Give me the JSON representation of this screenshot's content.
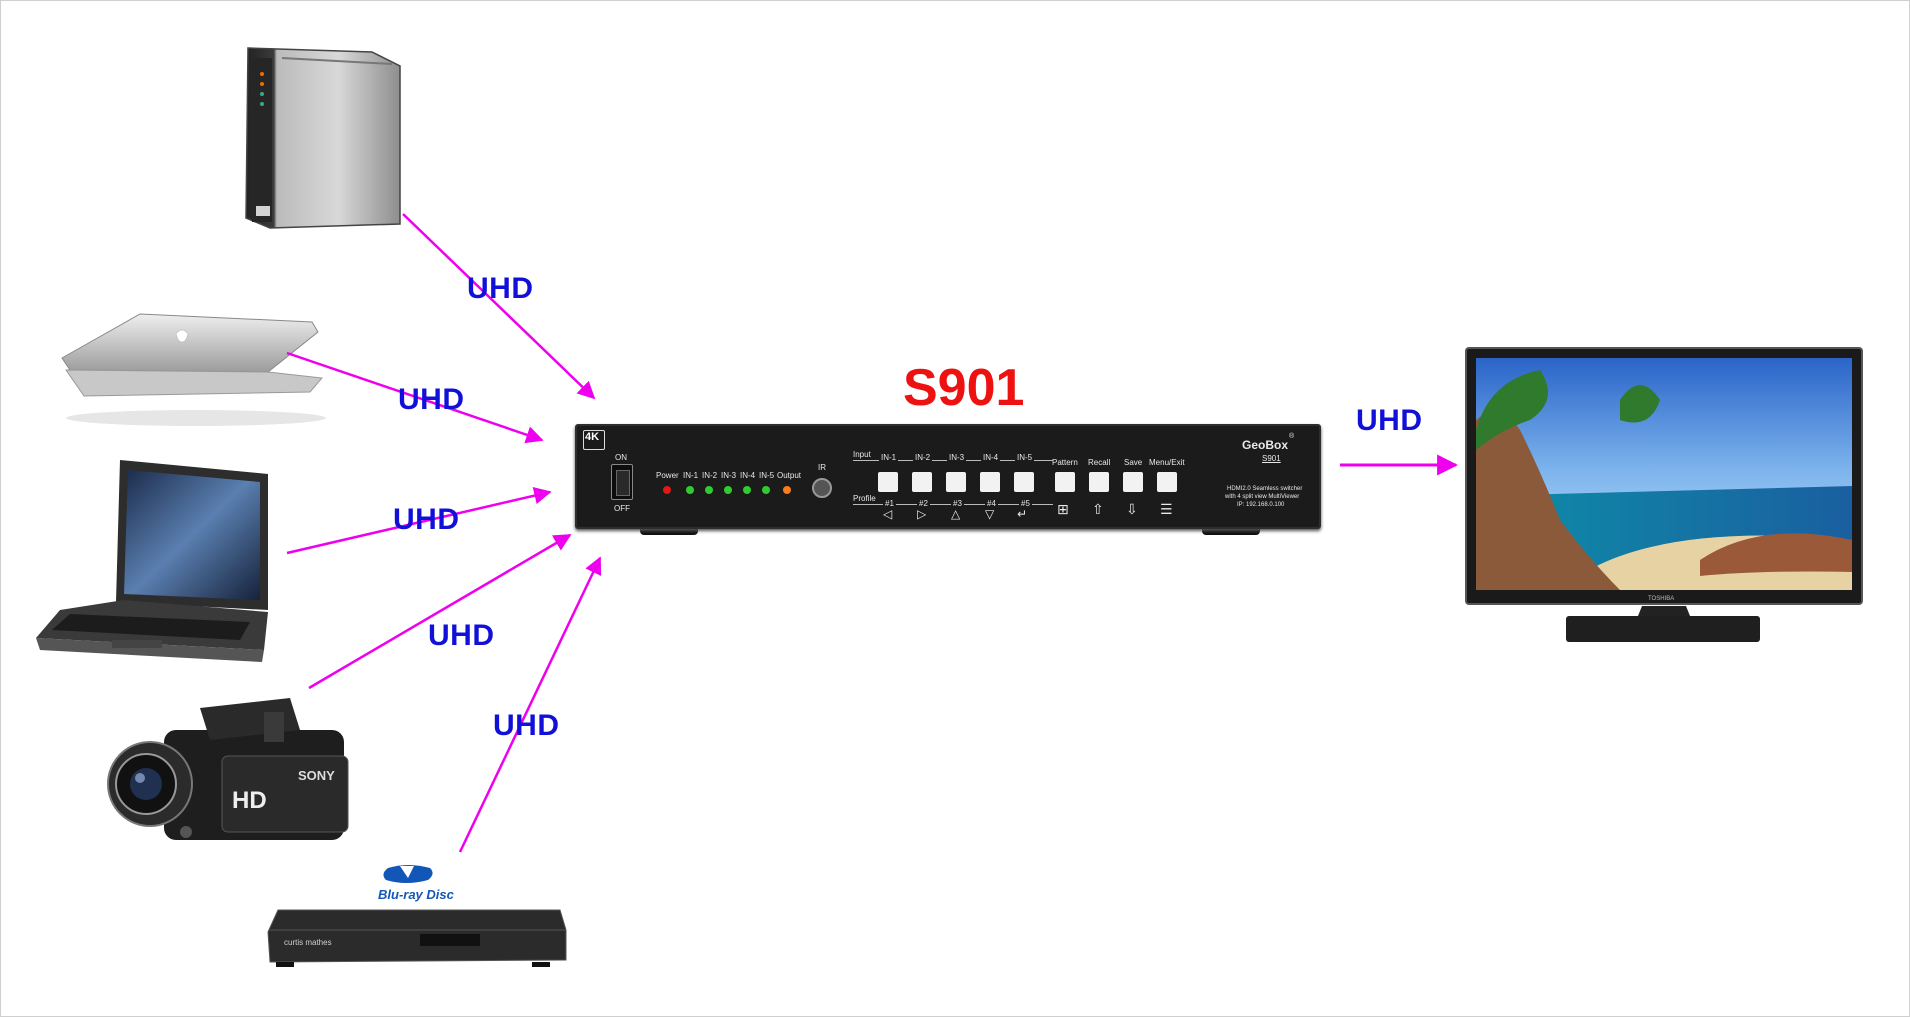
{
  "diagram": {
    "title": "S901",
    "link_label": "UHD",
    "colors": {
      "arrow": "#ee00ee",
      "label": "#1010d8",
      "title": "#ee1111"
    }
  },
  "sources": [
    {
      "name": "external-hard-drive",
      "label": "UHD"
    },
    {
      "name": "laptop",
      "label": "UHD"
    },
    {
      "name": "notebook-pc",
      "label": "UHD"
    },
    {
      "name": "camcorder",
      "label": "UHD"
    },
    {
      "name": "blu-ray-player",
      "label": "UHD"
    }
  ],
  "output": {
    "name": "tv",
    "label": "UHD",
    "brand": "TOSHIBA"
  },
  "device": {
    "badge": "4K",
    "switch_on": "ON",
    "switch_off": "OFF",
    "leds": [
      "Power",
      "IN-1",
      "IN-2",
      "IN-3",
      "IN-4",
      "IN-5",
      "Output"
    ],
    "ir": "IR",
    "input_label": "Input",
    "profile_label": "Profile",
    "inputs": [
      "IN-1",
      "IN-2",
      "IN-3",
      "IN-4",
      "IN-5"
    ],
    "profiles": [
      "#1",
      "#2",
      "#3",
      "#4",
      "#5"
    ],
    "func_buttons": [
      "Pattern",
      "Recall",
      "Save",
      "Menu/Exit"
    ],
    "brand": "GeoBox",
    "model": "S901",
    "desc_line1": "HDMI2.0 Seamless switcher",
    "desc_line2": "with 4 split view MultiViewer",
    "desc_line3": "IP: 192.168.0.100"
  },
  "bluray_logo": "Blu-ray Disc",
  "camcorder_brand": "SONY",
  "camcorder_hd": "HD",
  "player_brand": "curtis mathes"
}
